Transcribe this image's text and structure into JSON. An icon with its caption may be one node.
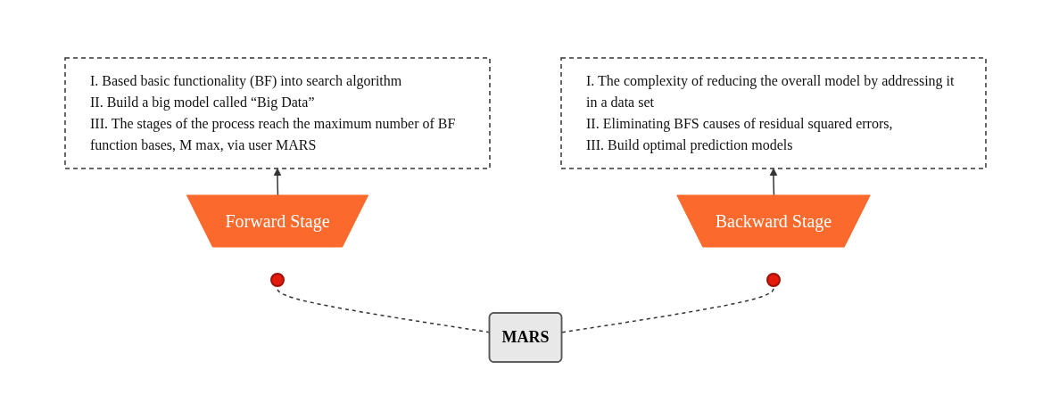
{
  "diagram": {
    "nodes": [
      {
        "text": [
          "I. Based basic functionality (BF) into search algorithm",
          "II. Build a big model called “Big Data”",
          "III. The stages of the process reach the maximum number of BF function bases, M max, via user MARS"
        ]
      },
      {
        "text": [
          "Forward Stage"
        ]
      },
      {
        "text": [],
        "shape": "circle"
      },
      {
        "text": [
          "I. The complexity of reducing the overall model by addressing it in a data set",
          "II. Eliminating BFS causes of residual squared errors,",
          "III. Build optimal prediction models"
        ]
      },
      {
        "text": [
          "Backward Stage"
        ]
      },
      {
        "text": [],
        "shape": "circle"
      },
      {
        "text": [
          "MARS"
        ]
      }
    ],
    "edges": [
      {
        "from": 1,
        "to": 0,
        "arrow": "to"
      },
      {
        "from": 4,
        "to": 3,
        "arrow": "to"
      },
      {
        "from": 6,
        "to": 2,
        "arrow": "none",
        "style": "dashed"
      },
      {
        "from": 6,
        "to": 5,
        "arrow": "none",
        "style": "dashed"
      }
    ]
  }
}
